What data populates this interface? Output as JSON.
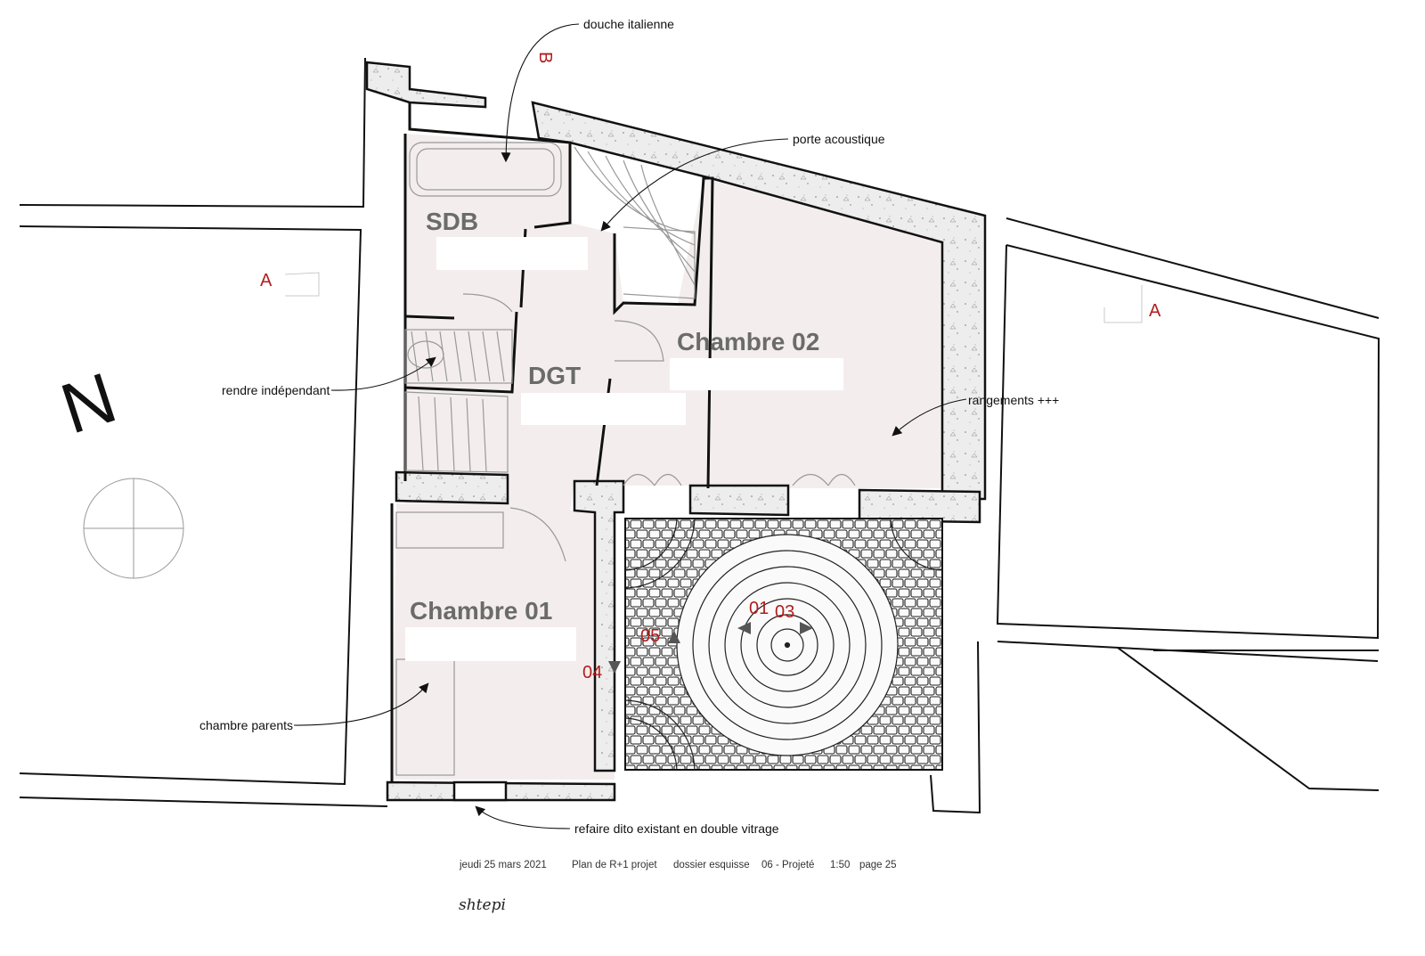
{
  "rooms": {
    "sdb": "SDB",
    "dgt": "DGT",
    "chambre02": "Chambre 02",
    "chambre01": "Chambre 01"
  },
  "annotations": {
    "douche": "douche italienne",
    "porte": "porte acoustique",
    "rendre": "rendre indépendant",
    "rangements": "rangements +++",
    "chambre_parents": "chambre parents",
    "refaire": "refaire dito existant en double vitrage"
  },
  "section_marks": {
    "a_left": "A",
    "a_right": "A",
    "b": "B"
  },
  "view_marks": {
    "v01": "01",
    "v03": "03",
    "v05": "05",
    "v04": "04"
  },
  "north": "N",
  "footer": {
    "date": "jeudi 25 mars 2021",
    "plan": "Plan de R+1 projet",
    "dossier": "dossier esquisse",
    "phase": "06 - Projeté",
    "scale": "1:50",
    "page": "page 25"
  },
  "logo": "shtepi",
  "colors": {
    "floor": "#f3eeed",
    "wall_fill": "#ececec",
    "line": "#111111",
    "section_mark": "#b01e1e",
    "room_label": "#6b6b6b"
  }
}
